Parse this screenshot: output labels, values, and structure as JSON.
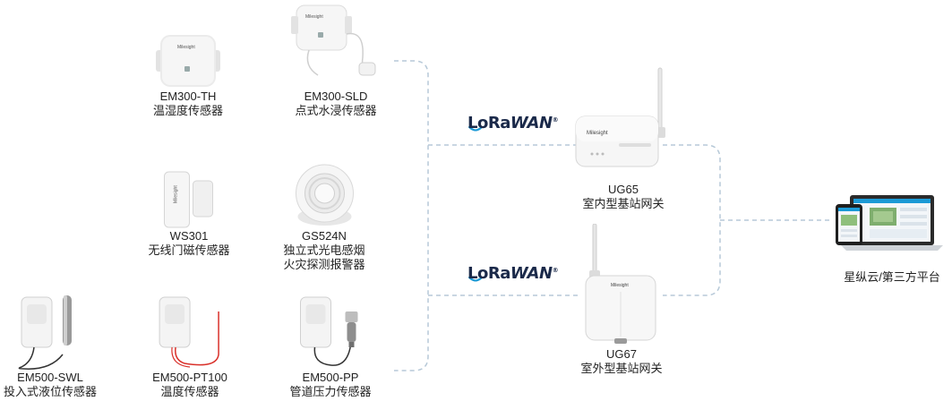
{
  "colors": {
    "line": "#b7c9d8",
    "lora_dark": "#1b2a4a",
    "lora_blue": "#1c9ad6",
    "device_white": "#f6f6f6",
    "red_wire": "#d9302a"
  },
  "lorawan": {
    "top": {
      "brand_a": "LoRa",
      "brand_b": "WAN",
      "mark": "®"
    },
    "bottom": {
      "brand_a": "LoRa",
      "brand_b": "WAN",
      "mark": "®"
    }
  },
  "sensors": {
    "em300_th": {
      "name": "EM300-TH",
      "desc": "温湿度传感器"
    },
    "em300_sld": {
      "name": "EM300-SLD",
      "desc": "点式水浸传感器"
    },
    "ws301": {
      "name": "WS301",
      "desc": "无线门磁传感器"
    },
    "gs524n": {
      "name": "GS524N",
      "desc_line1": "独立式光电感烟",
      "desc_line2": "火灾探测报警器"
    },
    "em500_swl": {
      "name": "EM500-SWL",
      "desc": "投入式液位传感器"
    },
    "em500_pt100": {
      "name": "EM500-PT100",
      "desc": "温度传感器"
    },
    "em500_pp": {
      "name": "EM500-PP",
      "desc": "管道压力传感器"
    }
  },
  "gateways": {
    "ug65": {
      "name": "UG65",
      "desc": "室内型基站网关"
    },
    "ug67": {
      "name": "UG67",
      "desc": "室外型基站网关"
    }
  },
  "platform": {
    "label": "星纵云/第三方平台"
  },
  "brand": {
    "logo": "Milesight"
  }
}
